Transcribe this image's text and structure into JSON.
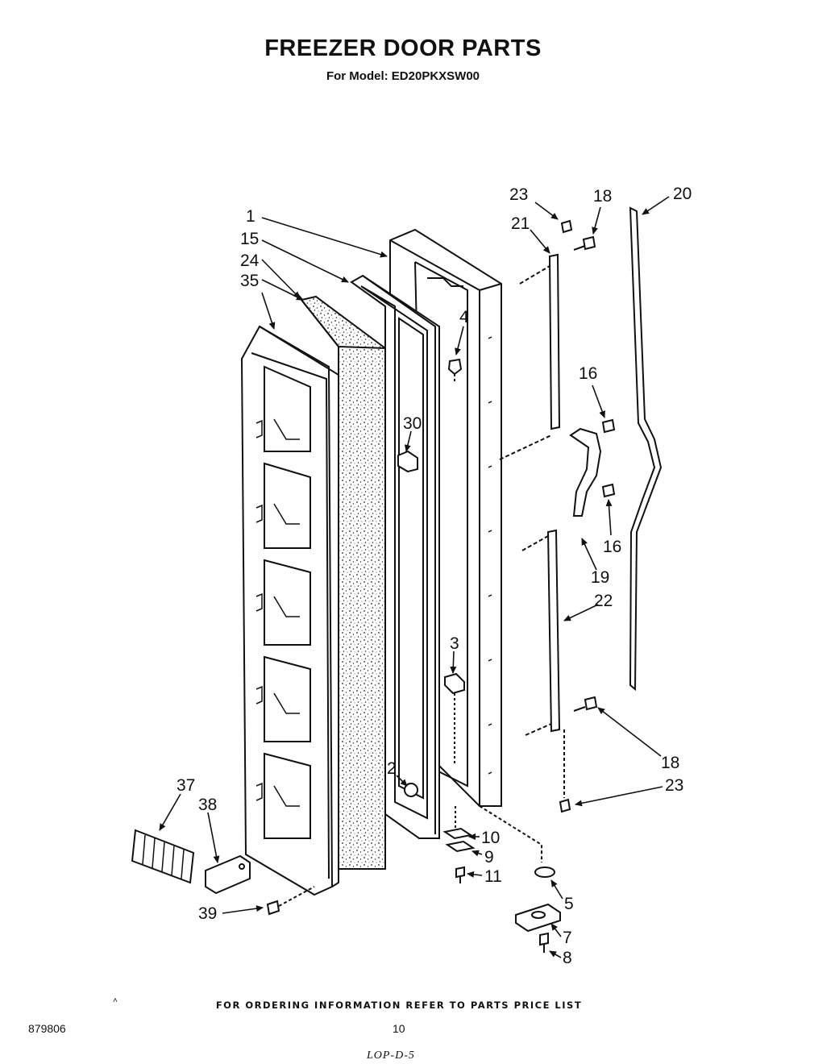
{
  "header": {
    "title": "FREEZER DOOR PARTS",
    "model_line": "For Model: ED20PKXSW00"
  },
  "callouts": {
    "c1": "1",
    "c15": "15",
    "c24": "24",
    "c35": "35",
    "c4": "4",
    "c30": "30",
    "c3": "3",
    "c2": "2",
    "c10": "10",
    "c9": "9",
    "c11": "11",
    "c5": "5",
    "c7": "7",
    "c8": "8",
    "c23_top": "23",
    "c18_top": "18",
    "c20": "20",
    "c21": "21",
    "c16_top": "16",
    "c16_mid": "16",
    "c19": "19",
    "c22": "22",
    "c18_bot": "18",
    "c23_bot": "23",
    "c37": "37",
    "c38": "38",
    "c39": "39"
  },
  "footer": {
    "ordering_note": "FOR ORDERING INFORMATION REFER TO PARTS PRICE LIST",
    "document_number": "879806",
    "page_number": "10",
    "caret_mark": "˄",
    "handwritten_mark": "LOP-D-5"
  }
}
